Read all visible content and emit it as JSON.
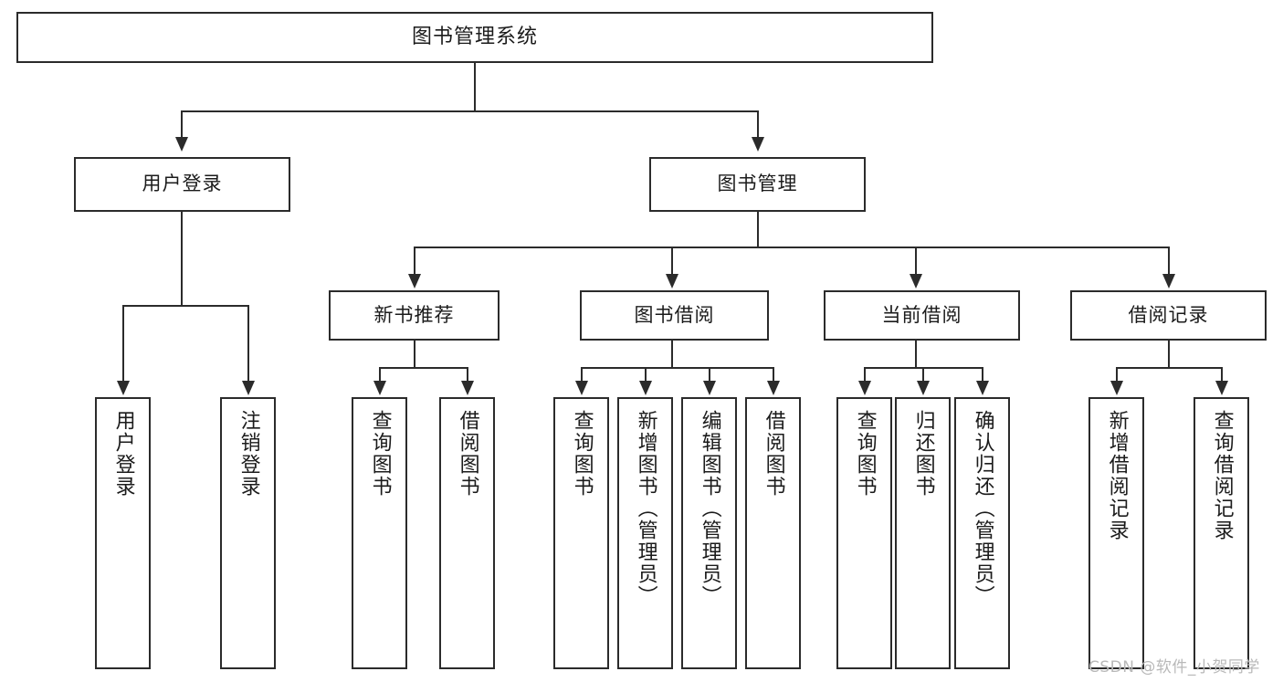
{
  "diagram": {
    "type": "tree-hierarchy-flowchart",
    "root": {
      "label": "图书管理系统"
    },
    "level2": [
      {
        "label": "用户登录"
      },
      {
        "label": "图书管理"
      }
    ],
    "level3": [
      {
        "label": "新书推荐"
      },
      {
        "label": "图书借阅"
      },
      {
        "label": "当前借阅"
      },
      {
        "label": "借阅记录"
      }
    ],
    "leaves": {
      "user_login": [
        {
          "label": "用户登录"
        },
        {
          "label": "注销登录"
        }
      ],
      "new_book_recommend": [
        {
          "label": "查询图书"
        },
        {
          "label": "借阅图书"
        }
      ],
      "book_borrow": [
        {
          "label": "查询图书"
        },
        {
          "label": "新增图书（管理员）"
        },
        {
          "label": "编辑图书（管理员）"
        },
        {
          "label": "借阅图书"
        }
      ],
      "current_borrow": [
        {
          "label": "查询图书"
        },
        {
          "label": "归还图书"
        },
        {
          "label": "确认归还（管理员）"
        }
      ],
      "borrow_record": [
        {
          "label": "新增借阅记录"
        },
        {
          "label": "查询借阅记录"
        }
      ]
    }
  },
  "watermark": {
    "text": "CSDN @软件_小贺同学"
  },
  "colors": {
    "stroke": "#2b2b2b",
    "fill": "#ffffff",
    "text": "#1b1b1b",
    "watermark": "#b9b9b9"
  }
}
